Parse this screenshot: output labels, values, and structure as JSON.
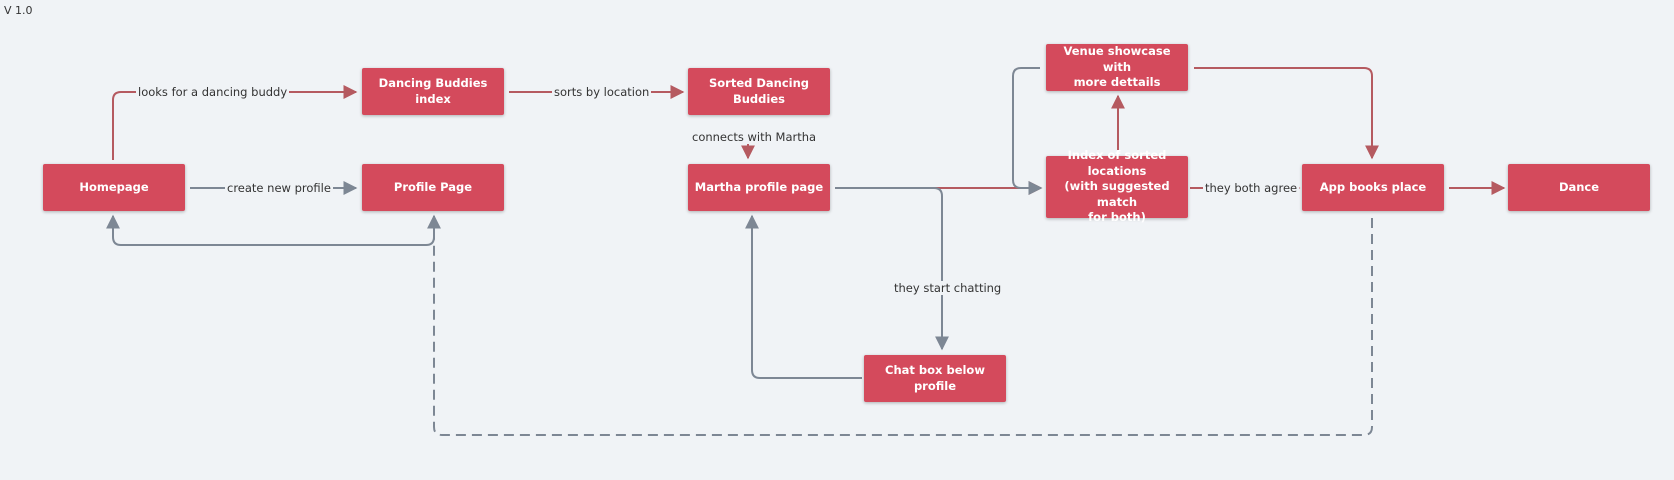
{
  "version_label": "V 1.0",
  "colors": {
    "node_fill": "#d44a5c",
    "edge_red": "#b55a60",
    "edge_gray": "#7d8794",
    "background": "#f0f3f6"
  },
  "nodes": {
    "homepage": "Homepage",
    "dancing_buddies_index": "Dancing Buddies index",
    "profile_page": "Profile Page",
    "sorted_dancing_buddies": "Sorted Dancing Buddies",
    "martha_profile_page": "Martha profile page",
    "chat_box": "Chat box below profile",
    "venue_showcase": "Venue showcase with\nmore dettails",
    "index_sorted_locations": "Index of sorted locations\n(with suggested match\nfor both)",
    "app_books_place": "App books place",
    "dance": "Dance"
  },
  "edge_labels": {
    "looks_for_buddy": "looks for a dancing buddy",
    "create_profile": "create new profile",
    "sorts_by_location": "sorts by location",
    "connects_with_martha": "connects with Martha",
    "start_chatting": "they start chatting",
    "both_agree": "they both agree"
  }
}
